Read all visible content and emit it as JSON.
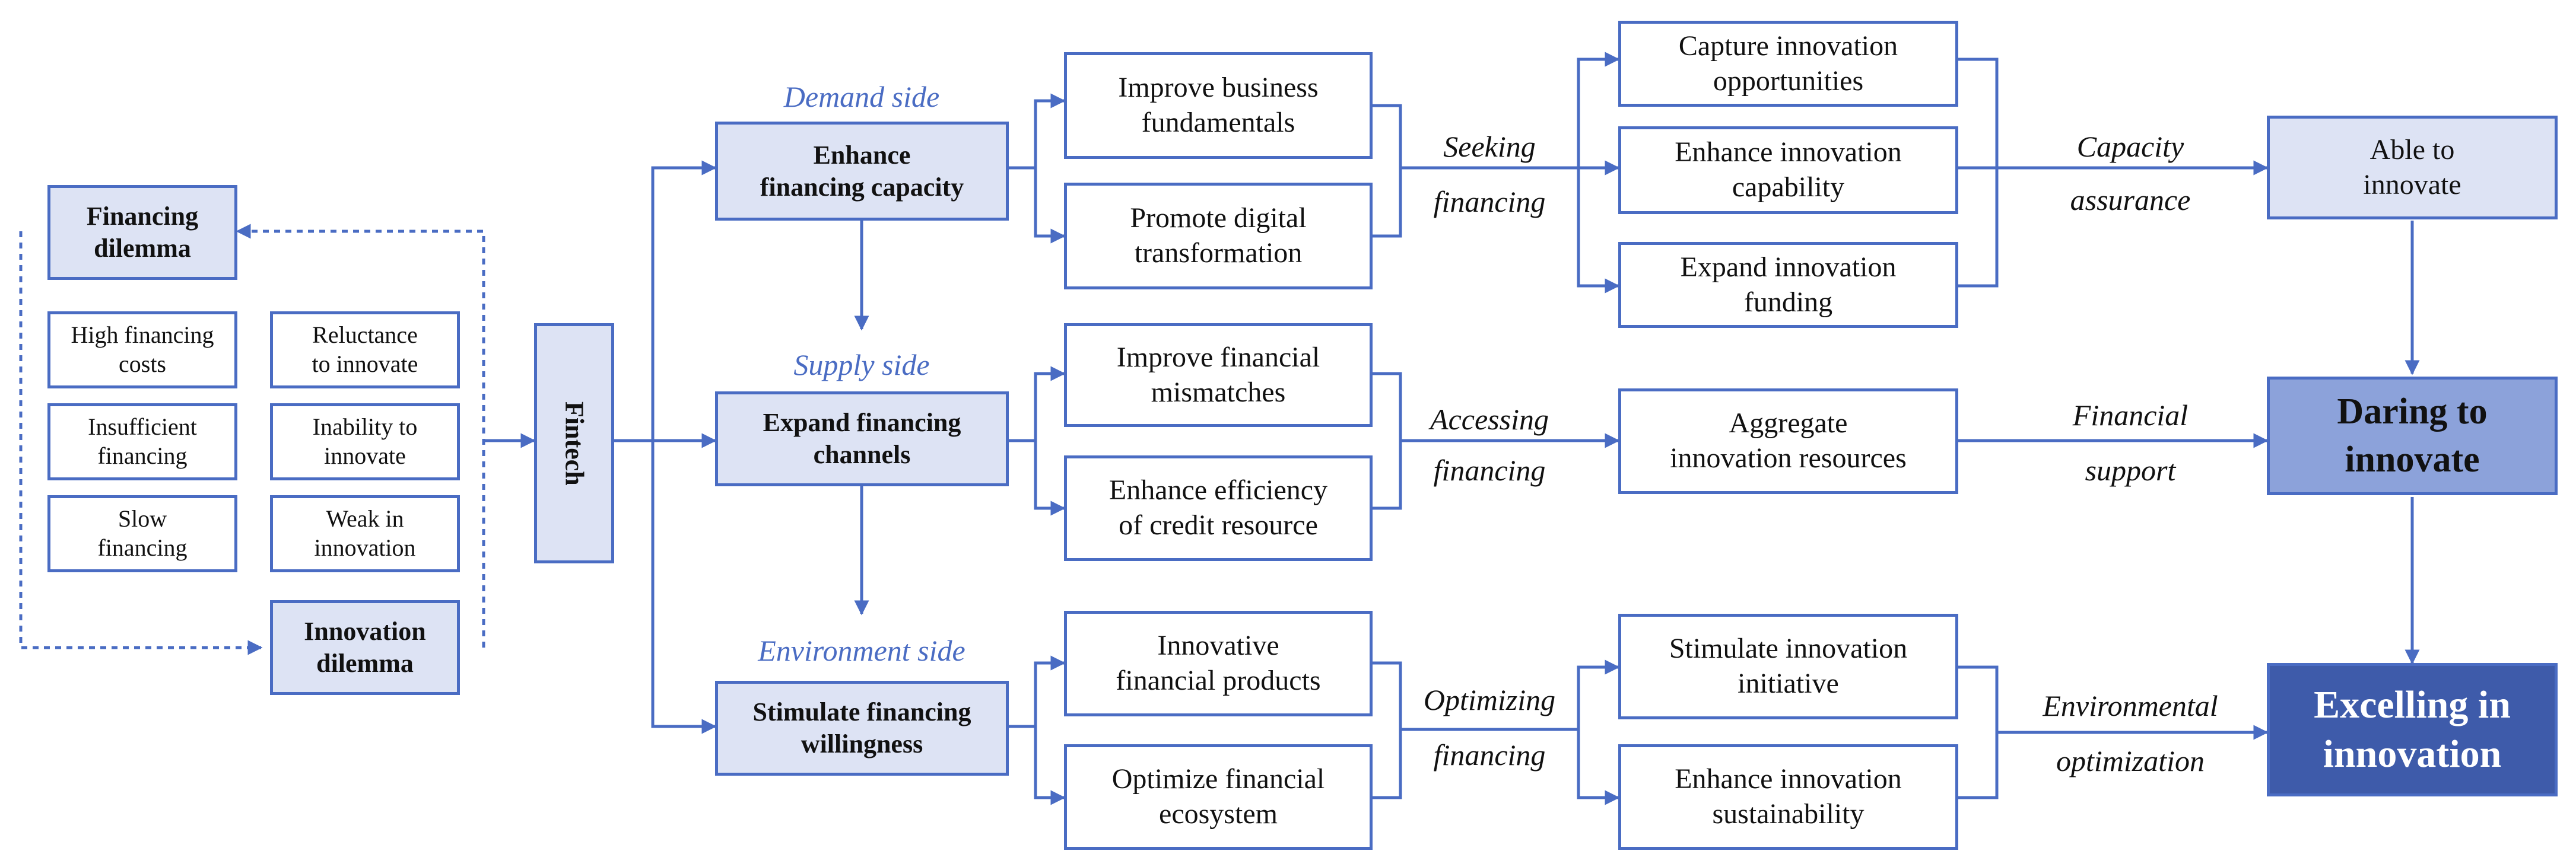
{
  "dilemma": {
    "financing_dilemma": "Financing\ndilemma",
    "innovation_dilemma": "Innovation\ndilemma",
    "items": {
      "high_costs": "High financing\ncosts",
      "reluctance": "Reluctance\nto innovate",
      "insufficient": "Insufficient\nfinancing",
      "inability": "Inability to\ninnovate",
      "slow": "Slow\nfinancing",
      "weak": "Weak in\ninnovation"
    }
  },
  "fintech": "Fintech",
  "sides": {
    "demand": "Demand side",
    "supply": "Supply side",
    "environment": "Environment side"
  },
  "mechanisms": {
    "enhance_capacity": "Enhance\nfinancing capacity",
    "expand_channels": "Expand financing\nchannels",
    "stimulate_willingness": "Stimulate financing\nwillingness"
  },
  "actions": {
    "improve_fundamentals": "Improve business\nfundamentals",
    "promote_digital": "Promote digital\ntransformation",
    "improve_mismatches": "Improve financial\nmismatches",
    "enhance_efficiency": "Enhance efficiency\nof credit resource",
    "innovative_products": "Innovative\nfinancial products",
    "optimize_ecosystem": "Optimize financial\necosystem"
  },
  "paths": {
    "seeking_1": "Seeking",
    "seeking_2": "financing",
    "accessing_1": "Accessing",
    "accessing_2": "financing",
    "optimizing_1": "Optimizing",
    "optimizing_2": "financing"
  },
  "effects": {
    "capture": "Capture innovation\nopportunities",
    "enhance_capability": "Enhance innovation\ncapability",
    "expand_funding": "Expand innovation\nfunding",
    "aggregate": "Aggregate\ninnovation resources",
    "stimulate_initiative": "Stimulate innovation\ninitiative",
    "enhance_sustainability": "Enhance innovation\nsustainability"
  },
  "guarantees": {
    "capacity_1": "Capacity",
    "capacity_2": "assurance",
    "financial_1": "Financial",
    "financial_2": "support",
    "environmental_1": "Environmental",
    "environmental_2": "optimization"
  },
  "outcomes": {
    "able": "Able to\ninnovate",
    "daring": "Daring to\ninnovate",
    "excelling": "Excelling in\ninnovation"
  },
  "colors": {
    "line": "#4a6cc3",
    "light_fill": "#dde3f4",
    "mid_fill": "#8ca2da",
    "dark_fill": "#3e5baa"
  }
}
